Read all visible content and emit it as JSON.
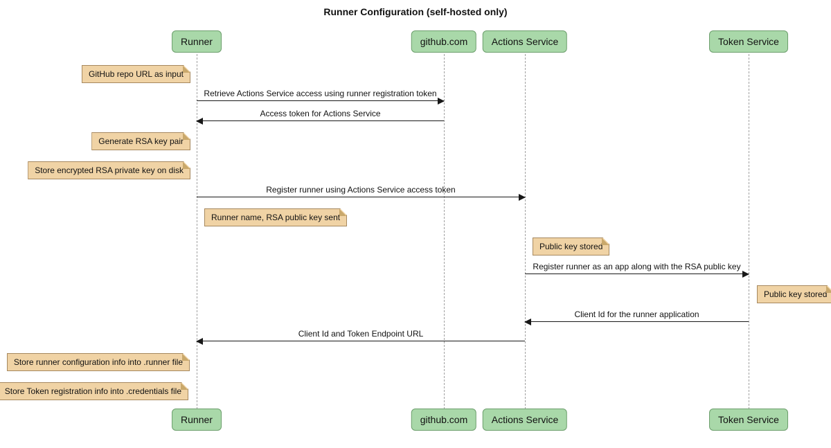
{
  "title": "Runner Configuration (self-hosted only)",
  "participants": [
    {
      "label": "Runner"
    },
    {
      "label": "github.com"
    },
    {
      "label": "Actions Service"
    },
    {
      "label": "Token Service"
    }
  ],
  "messages": [
    {
      "from": "Runner",
      "to": "github.com",
      "label": "Retrieve Actions Service access using runner registration token"
    },
    {
      "from": "github.com",
      "to": "Runner",
      "label": "Access token for Actions Service"
    },
    {
      "from": "Runner",
      "to": "Actions Service",
      "label": "Register runner using Actions Service access token"
    },
    {
      "from": "Actions Service",
      "to": "Token Service",
      "label": "Register runner as an app along with the RSA public key"
    },
    {
      "from": "Token Service",
      "to": "Actions Service",
      "label": "Client Id for the runner application"
    },
    {
      "from": "Actions Service",
      "to": "Runner",
      "label": "Client Id and Token Endpoint URL"
    }
  ],
  "notes": [
    {
      "anchor": "Runner",
      "side": "left",
      "text": "GitHub repo URL as input"
    },
    {
      "anchor": "Runner",
      "side": "left",
      "text": "Generate RSA key pair"
    },
    {
      "anchor": "Runner",
      "side": "left",
      "text": "Store encrypted RSA private key on disk"
    },
    {
      "anchor": "Runner",
      "side": "right",
      "text": "Runner name, RSA public key sent"
    },
    {
      "anchor": "Actions Service",
      "side": "right",
      "text": "Public key stored"
    },
    {
      "anchor": "Token Service",
      "side": "right",
      "text": "Public key stored"
    },
    {
      "anchor": "Runner",
      "side": "left",
      "text": "Store runner configuration info into .runner file"
    },
    {
      "anchor": "Runner",
      "side": "left",
      "text": "Store Token registration info into .credentials file"
    }
  ],
  "colors": {
    "participant_fill": "#A9D8A9",
    "participant_border": "#6B9E6B",
    "note_fill": "#F0D3A5",
    "note_border": "#A6885E",
    "arrow": "#181818",
    "lifeline": "#A0A0A0",
    "background": "#FFFFFF"
  }
}
